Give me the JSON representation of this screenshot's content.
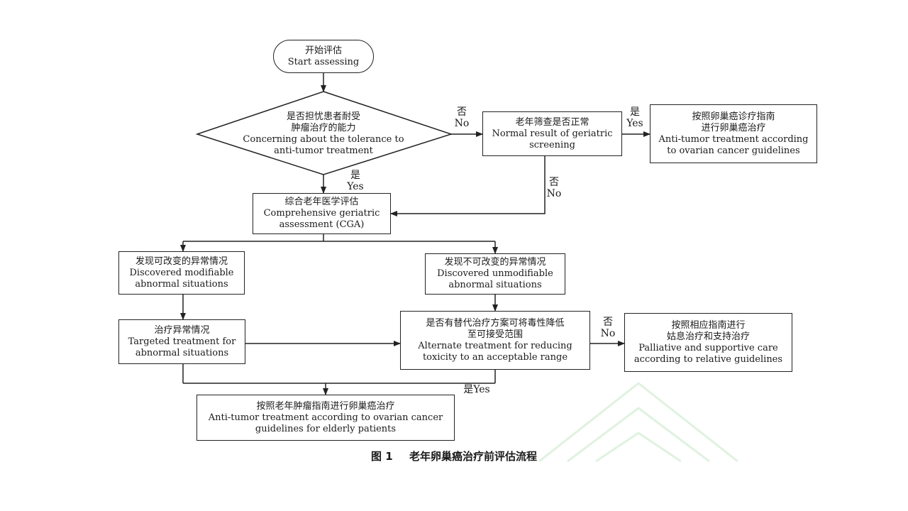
{
  "nodes": {
    "start": {
      "zh": "开始评估",
      "en": "Start assessing"
    },
    "decision_tolerance": {
      "zh1": "是否担忧患者耐受",
      "zh2": "肿瘤治疗的能力",
      "en1": "Concerning about the tolerance to",
      "en2": "anti-tumor treatment"
    },
    "screening": {
      "zh": "老年筛查是否正常",
      "en1": "Normal result of geriatric",
      "en2": "screening"
    },
    "anti_tumor_guidelines": {
      "zh1": "按照卵巢癌诊疗指南",
      "zh2": "进行卵巢癌治疗",
      "en1": "Anti-tumor treatment according",
      "en2": "to ovarian cancer guidelines"
    },
    "cga": {
      "zh": "综合老年医学评估",
      "en1": "Comprehensive geriatric",
      "en2": "assessment (CGA)"
    },
    "modifiable": {
      "zh": "发现可改变的异常情况",
      "en1": "Discovered modifiable",
      "en2": "abnormal situations"
    },
    "unmodifiable": {
      "zh": "发现不可改变的异常情况",
      "en1": "Discovered unmodifiable",
      "en2": "abnormal situations"
    },
    "targeted": {
      "zh": "治疗异常情况",
      "en1": "Targeted treatment for",
      "en2": "abnormal situations"
    },
    "alternate": {
      "zh1": "是否有替代治疗方案可将毒性降低",
      "zh2": "至可接受范围",
      "en1": "Alternate treatment for reducing",
      "en2": "toxicity to an acceptable range"
    },
    "palliative": {
      "zh1": "按照相应指南进行",
      "zh2": "姑息治疗和支持治疗",
      "en1": "Palliative and supportive care",
      "en2": "according to relative guidelines"
    },
    "elderly": {
      "zh": "按照老年肿瘤指南进行卵巢癌治疗",
      "en1": "Anti-tumor treatment according to ovarian cancer",
      "en2": "guidelines for elderly patients"
    }
  },
  "edge_labels": {
    "no1_zh": "否",
    "no1_en": "No",
    "yes1_zh": "是",
    "yes1_en": "Yes",
    "yes2_zh": "是",
    "yes2_en": "Yes",
    "no2_zh": "否",
    "no2_en": "No",
    "no3_zh": "否",
    "no3_en": "No",
    "yes3": "是Yes"
  },
  "caption": {
    "fig": "图 1",
    "title": "老年卵巢癌治疗前评估流程"
  },
  "colors": {
    "line": "#222222",
    "watermark": "#d8efd8"
  }
}
